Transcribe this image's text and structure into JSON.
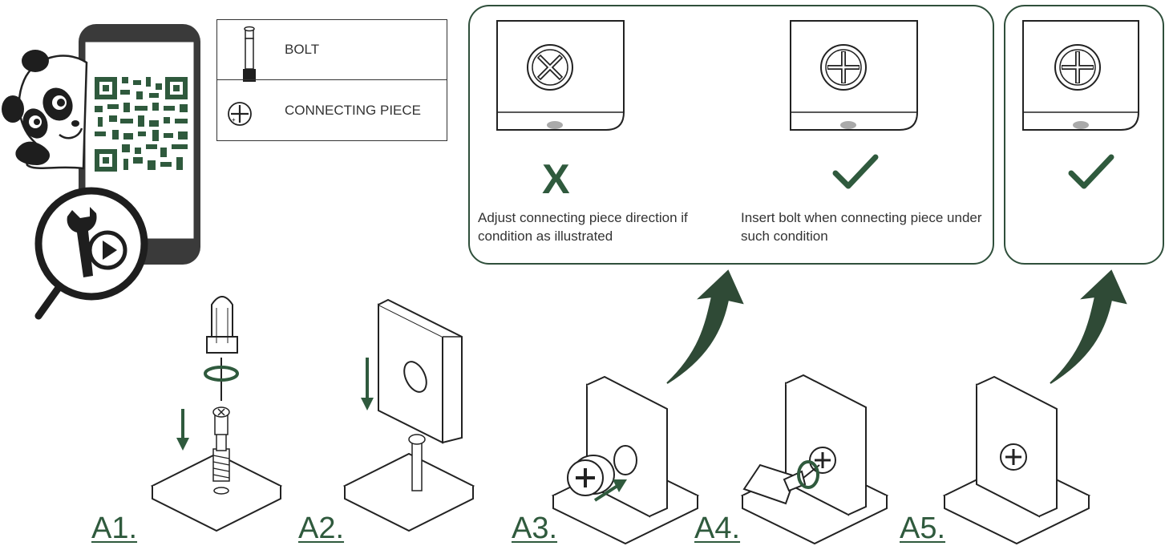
{
  "legend": {
    "items": [
      {
        "label": "BOLT",
        "icon": "bolt-icon"
      },
      {
        "label": "CONNECTING PIECE",
        "icon": "connecting-piece-icon"
      }
    ]
  },
  "panel_orientation": {
    "wrong": {
      "mark": "X",
      "caption": "Adjust connecting piece direction if condition as illustrated"
    },
    "right": {
      "mark": "check",
      "caption": "Insert bolt when connecting piece under such condition"
    }
  },
  "panel_result": {
    "mark": "check"
  },
  "steps": [
    "A1.",
    "A2.",
    "A3.",
    "A4.",
    "A5."
  ],
  "colors": {
    "accent": "#2f5a3d",
    "line": "#222222",
    "panel_border": "#2f4f3b"
  },
  "icons": [
    "panda-icon",
    "smartphone-icon",
    "qr-code-icon",
    "magnifier-icon",
    "wrench-icon",
    "play-icon",
    "curved-arrow-icon",
    "down-arrow-icon",
    "rotate-arrow-icon"
  ]
}
